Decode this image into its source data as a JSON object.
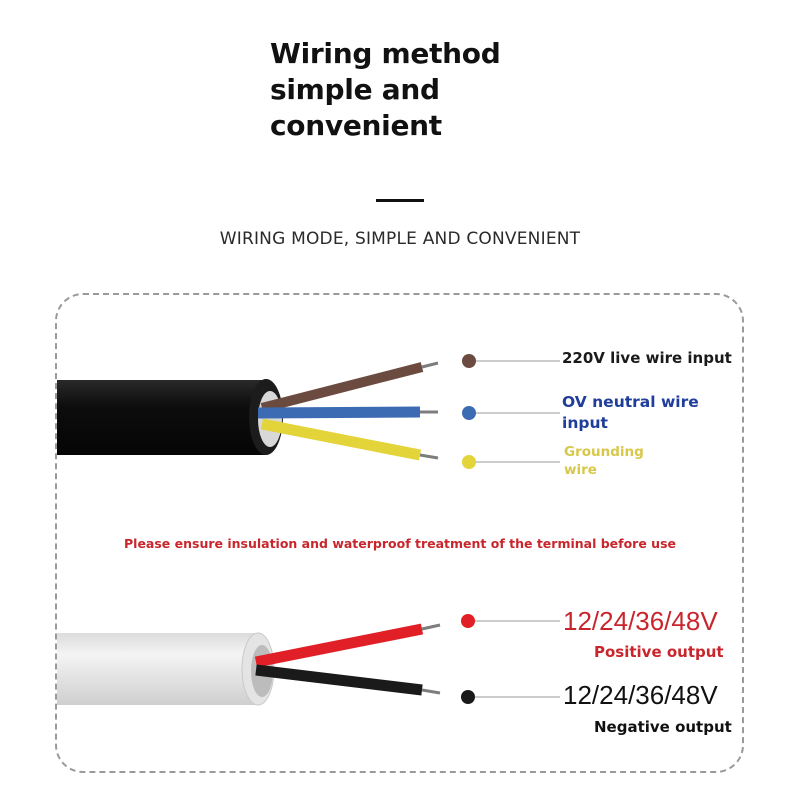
{
  "header": {
    "title_lines": [
      "Wiring method",
      "simple and",
      "convenient"
    ],
    "subtitle": "WIRING MODE, SIMPLE AND CONVENIENT"
  },
  "ac_cable": {
    "wires": [
      {
        "label": "220V live wire input",
        "color": "#6b4a3f"
      },
      {
        "label": "OV neutral wire input",
        "color": "#3d6bb3"
      },
      {
        "label": "Grounding wire",
        "color": "#e3d43a"
      }
    ],
    "jacket_color": "#141414"
  },
  "notice": "Please ensure insulation and waterproof treatment of the terminal before use",
  "dc_cable": {
    "jacket_color": "#e6e6e6",
    "wires": [
      {
        "voltage": "12/24/36/48V",
        "label": "Positive output",
        "color": "#e11f26"
      },
      {
        "voltage": "12/24/36/48V",
        "label": "Negative output",
        "color": "#1a1a1a"
      }
    ]
  },
  "colors": {
    "notice_red": "#c8262c",
    "neutral_blue": "#1f3d9a",
    "ground_yellow": "#d8c84a",
    "panel_border": "#9a9a9a"
  }
}
